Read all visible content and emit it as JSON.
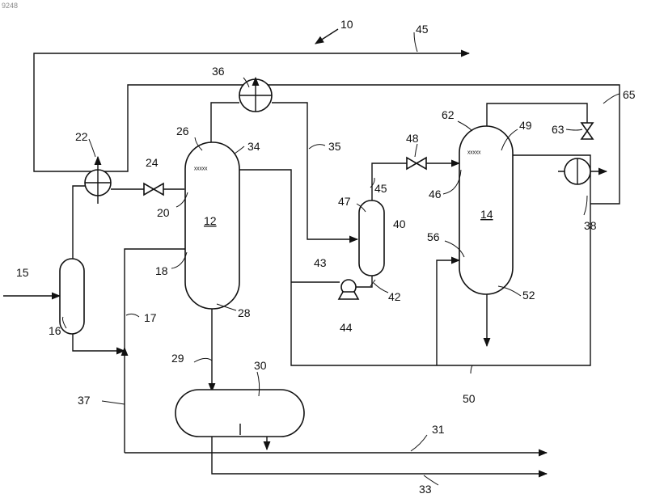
{
  "corner_id": "9248",
  "labels": {
    "l10": "10",
    "l45a": "45",
    "l65": "65",
    "l36": "36",
    "l22": "22",
    "l24": "24",
    "l26": "26",
    "l34": "34",
    "l35": "35",
    "l48": "48",
    "l62": "62",
    "l49": "49",
    "l63": "63",
    "l20": "20",
    "l12": "12",
    "l45b": "45",
    "l47": "47",
    "l46": "46",
    "l14": "14",
    "l40": "40",
    "l38": "38",
    "l56": "56",
    "l15": "15",
    "l18": "18",
    "l43": "43",
    "l42": "42",
    "l52": "52",
    "l16": "16",
    "l17": "17",
    "l28": "28",
    "l44": "44",
    "l29": "29",
    "l30": "30",
    "l50": "50",
    "l37": "37",
    "l31": "31",
    "l33": "33"
  },
  "colors": {
    "line": "#111111",
    "background": "#ffffff"
  }
}
